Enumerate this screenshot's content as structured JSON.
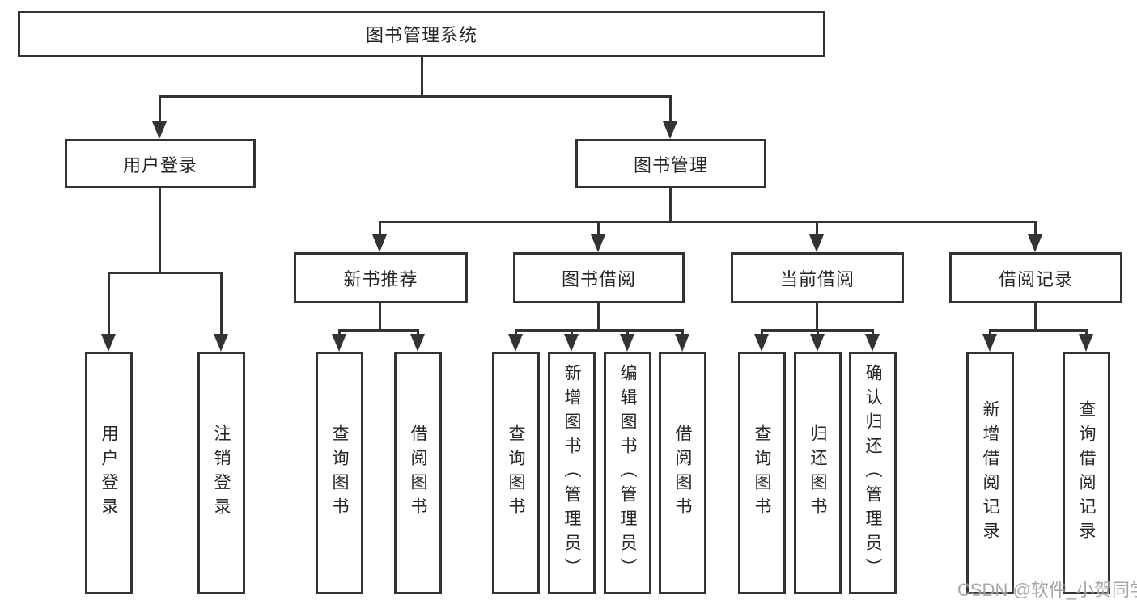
{
  "colors": {
    "line": "#333333",
    "text": "#262626",
    "background": "#ffffff",
    "watermark": "#9e9e9e"
  },
  "watermark": {
    "text": "CSDN @软件_小贺同学"
  },
  "tree": {
    "root": {
      "label": "图书管理系统",
      "children": [
        {
          "label": "用户登录",
          "children": [
            {
              "label": "用户登录"
            },
            {
              "label": "注销登录"
            }
          ]
        },
        {
          "label": "图书管理",
          "children": [
            {
              "label": "新书推荐",
              "children": [
                {
                  "label": "查询图书"
                },
                {
                  "label": "借阅图书"
                }
              ]
            },
            {
              "label": "图书借阅",
              "children": [
                {
                  "label": "查询图书"
                },
                {
                  "label": "新增图书（管理员）"
                },
                {
                  "label": "编辑图书（管理员）"
                },
                {
                  "label": "借阅图书"
                }
              ]
            },
            {
              "label": "当前借阅",
              "children": [
                {
                  "label": "查询图书"
                },
                {
                  "label": "归还图书"
                },
                {
                  "label": "确认归还（管理员）"
                }
              ]
            },
            {
              "label": "借阅记录",
              "children": [
                {
                  "label": "新增借阅记录"
                },
                {
                  "label": "查询借阅记录"
                }
              ]
            }
          ]
        }
      ]
    }
  }
}
